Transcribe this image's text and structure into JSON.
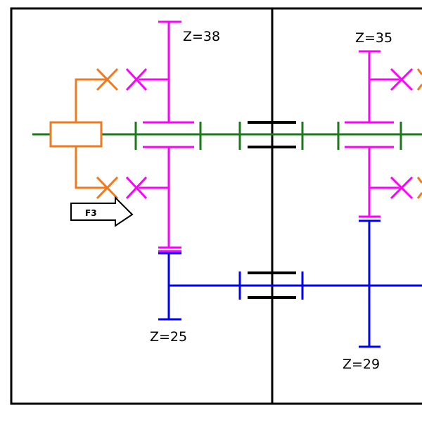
{
  "labels": {
    "z_top_left": "Z=38",
    "z_top_right": "Z=35",
    "z_bottom_left": "Z=25",
    "z_bottom_right": "Z=29",
    "force_tag": "F3"
  },
  "colors": {
    "frame": "#000000",
    "main_shaft": "#1a7a1a",
    "gear_upper": "#ff00ff",
    "gear_lower": "#0000ff",
    "shift_fork": "#f07a1e",
    "background": "#ffffff"
  }
}
